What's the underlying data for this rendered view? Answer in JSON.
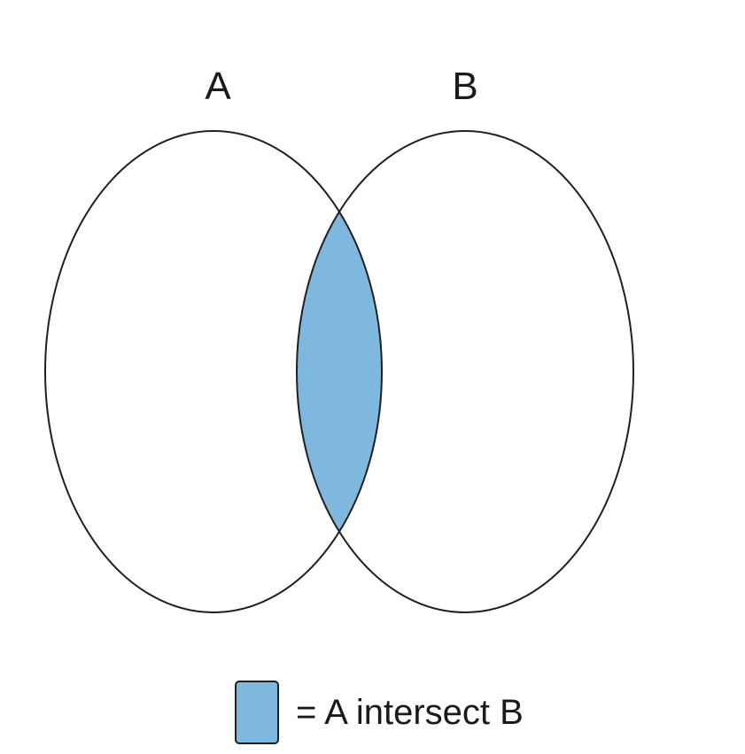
{
  "diagram": {
    "type": "venn",
    "sets": [
      {
        "id": "A",
        "label": "A"
      },
      {
        "id": "B",
        "label": "B"
      }
    ],
    "highlighted_region": "A∩B",
    "colors": {
      "highlight": "#7fb8df",
      "outline": "#1f1f1f",
      "background": "#ffffff"
    }
  },
  "legend": {
    "text": "= A intersect B"
  }
}
